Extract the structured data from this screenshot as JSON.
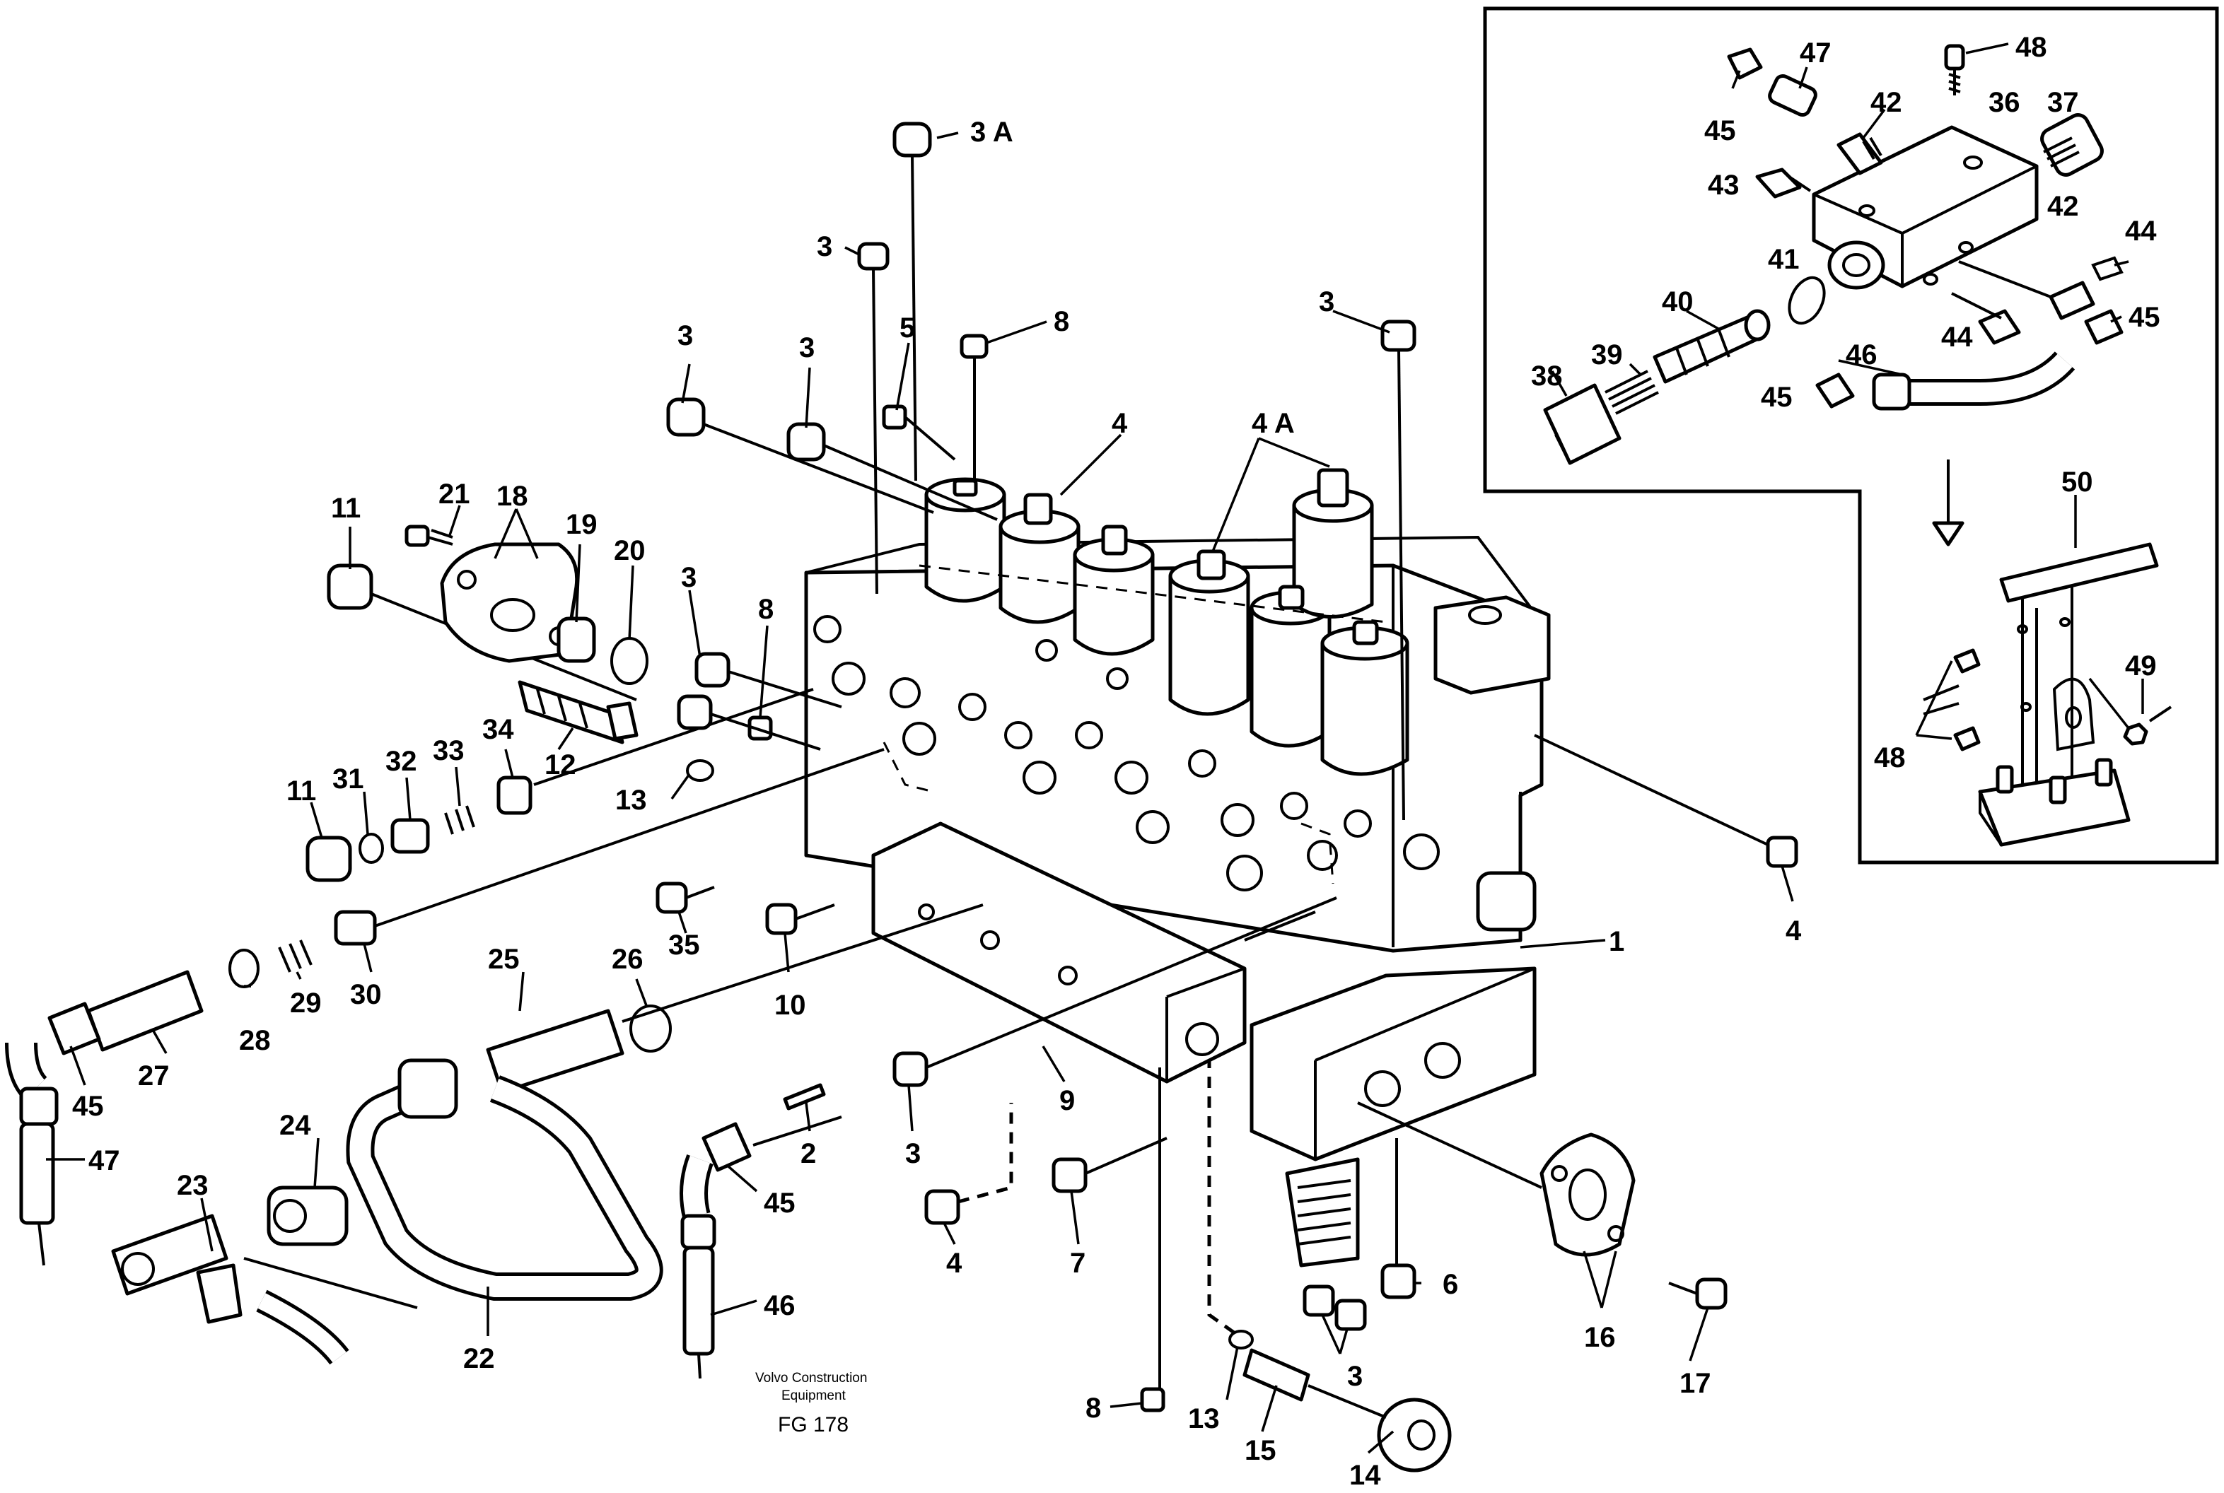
{
  "callouts": [
    {
      "id": "c-3a",
      "text": "3 A"
    },
    {
      "id": "c-3-top",
      "text": "3"
    },
    {
      "id": "c-8-top",
      "text": "8"
    },
    {
      "id": "c-5",
      "text": "5"
    },
    {
      "id": "c-3-left1",
      "text": "3"
    },
    {
      "id": "c-3-left2",
      "text": "3"
    },
    {
      "id": "c-4-top",
      "text": "4"
    },
    {
      "id": "c-4a",
      "text": "4 A"
    },
    {
      "id": "c-3-right",
      "text": "3"
    },
    {
      "id": "c-11-top",
      "text": "11"
    },
    {
      "id": "c-21",
      "text": "21"
    },
    {
      "id": "c-18",
      "text": "18"
    },
    {
      "id": "c-19",
      "text": "19"
    },
    {
      "id": "c-20",
      "text": "20"
    },
    {
      "id": "c-3-mid",
      "text": "3"
    },
    {
      "id": "c-8-mid",
      "text": "8"
    },
    {
      "id": "c-12",
      "text": "12"
    },
    {
      "id": "c-11-bot",
      "text": "11"
    },
    {
      "id": "c-31",
      "text": "31"
    },
    {
      "id": "c-32",
      "text": "32"
    },
    {
      "id": "c-33",
      "text": "33"
    },
    {
      "id": "c-34",
      "text": "34"
    },
    {
      "id": "c-13-mid",
      "text": "13"
    },
    {
      "id": "c-35",
      "text": "35"
    },
    {
      "id": "c-10",
      "text": "10"
    },
    {
      "id": "c-26",
      "text": "26"
    },
    {
      "id": "c-25",
      "text": "25"
    },
    {
      "id": "c-30",
      "text": "30"
    },
    {
      "id": "c-29",
      "text": "29"
    },
    {
      "id": "c-28",
      "text": "28"
    },
    {
      "id": "c-27",
      "text": "27"
    },
    {
      "id": "c-45-left",
      "text": "45"
    },
    {
      "id": "c-47-left",
      "text": "47"
    },
    {
      "id": "c-24",
      "text": "24"
    },
    {
      "id": "c-23",
      "text": "23"
    },
    {
      "id": "c-22",
      "text": "22"
    },
    {
      "id": "c-2",
      "text": "2"
    },
    {
      "id": "c-3-low",
      "text": "3"
    },
    {
      "id": "c-9",
      "text": "9"
    },
    {
      "id": "c-45-mid",
      "text": "45"
    },
    {
      "id": "c-46-mid",
      "text": "46"
    },
    {
      "id": "c-4-low",
      "text": "4"
    },
    {
      "id": "c-7",
      "text": "7"
    },
    {
      "id": "c-8-bot",
      "text": "8"
    },
    {
      "id": "c-13-bot",
      "text": "13"
    },
    {
      "id": "c-15",
      "text": "15"
    },
    {
      "id": "c-14",
      "text": "14"
    },
    {
      "id": "c-3-bot",
      "text": "3"
    },
    {
      "id": "c-6",
      "text": "6"
    },
    {
      "id": "c-1",
      "text": "1"
    },
    {
      "id": "c-4-right",
      "text": "4"
    },
    {
      "id": "c-16",
      "text": "16"
    },
    {
      "id": "c-17",
      "text": "17"
    },
    {
      "id": "c-in-47",
      "text": "47"
    },
    {
      "id": "c-in-48",
      "text": "48"
    },
    {
      "id": "c-in-45a",
      "text": "45"
    },
    {
      "id": "c-in-42a",
      "text": "42"
    },
    {
      "id": "c-in-36",
      "text": "36"
    },
    {
      "id": "c-in-37",
      "text": "37"
    },
    {
      "id": "c-in-43",
      "text": "43"
    },
    {
      "id": "c-in-42b",
      "text": "42"
    },
    {
      "id": "c-in-44a",
      "text": "44"
    },
    {
      "id": "c-in-41",
      "text": "41"
    },
    {
      "id": "c-in-40",
      "text": "40"
    },
    {
      "id": "c-in-44b",
      "text": "44"
    },
    {
      "id": "c-in-45b",
      "text": "45"
    },
    {
      "id": "c-in-38",
      "text": "38"
    },
    {
      "id": "c-in-39",
      "text": "39"
    },
    {
      "id": "c-in-46",
      "text": "46"
    },
    {
      "id": "c-in-45c",
      "text": "45"
    },
    {
      "id": "c-50",
      "text": "50"
    },
    {
      "id": "c-49",
      "text": "49"
    },
    {
      "id": "c-48-bracket",
      "text": "48"
    }
  ],
  "footer": {
    "company_line1": "Volvo Construction",
    "company_line2": "Equipment",
    "figure_code": "FG 178"
  }
}
